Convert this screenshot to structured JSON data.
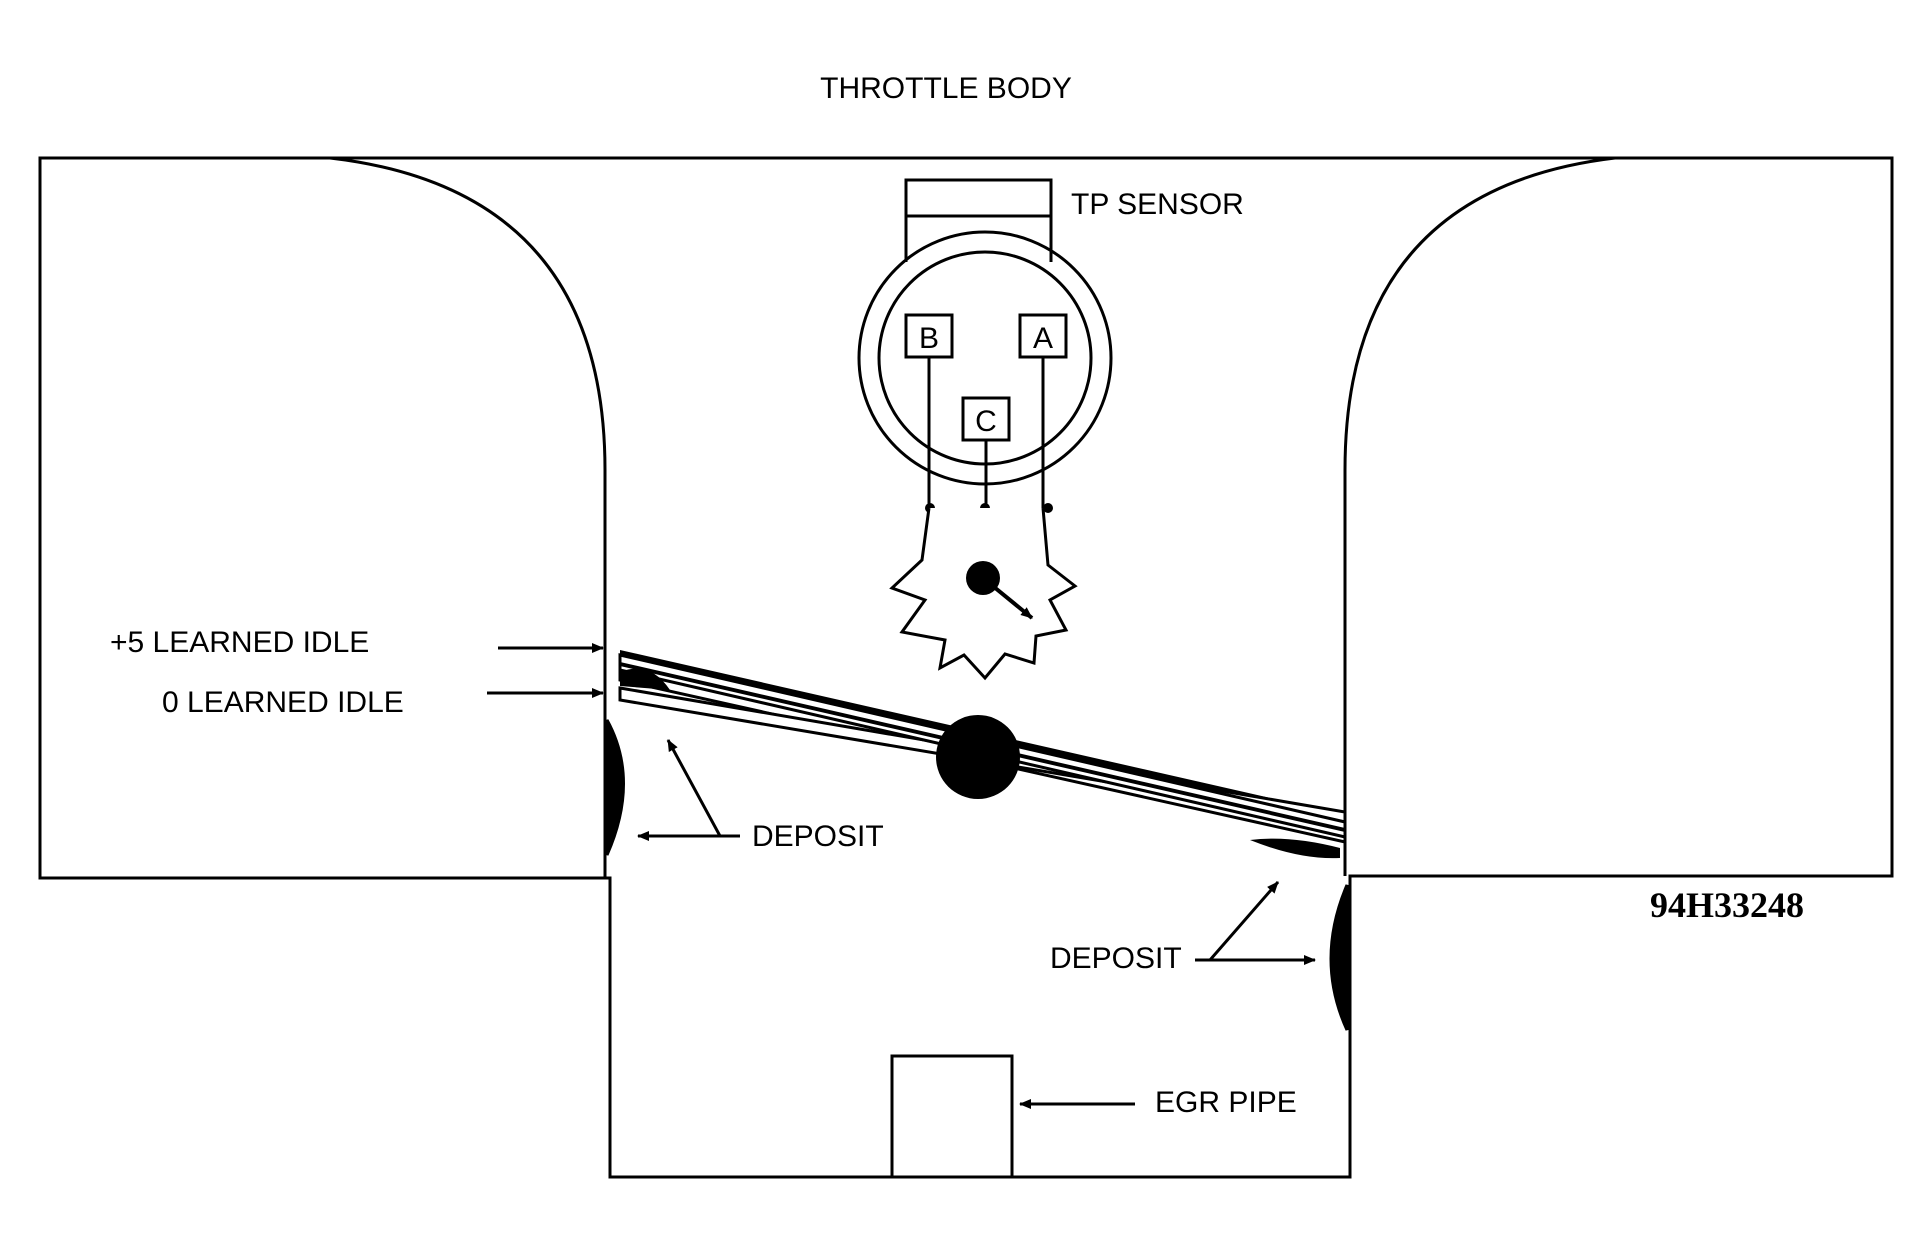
{
  "title": "THROTTLE BODY",
  "tp_sensor": {
    "label": "TP SENSOR",
    "terminals": {
      "a": "A",
      "b": "B",
      "c": "C"
    }
  },
  "learned_idle": {
    "plus5": "+5  LEARNED IDLE",
    "zero": "0 LEARNED IDLE"
  },
  "deposit_left": "DEPOSIT",
  "deposit_right": "DEPOSIT",
  "egr_pipe": "EGR PIPE",
  "figure_code": "94H33248"
}
